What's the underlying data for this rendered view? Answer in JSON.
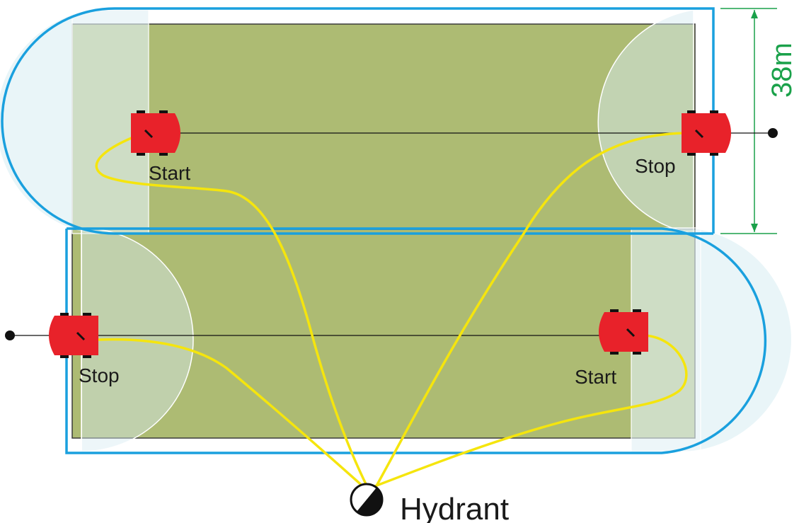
{
  "labels": {
    "top_left": "Start",
    "top_right": "Stop",
    "bottom_left": "Stop",
    "bottom_right": "Start",
    "hydrant": "Hydrant",
    "dimension": "38m"
  },
  "colors": {
    "field": "#adbb73",
    "field_border": "#3a3a3a",
    "track": "#1aa0de",
    "hose": "#f5e50d",
    "machine": "#e8222a",
    "dimension": "#1aa14a",
    "coverage": "#d7ecf2"
  },
  "icons": {
    "machine": "sprinkler-cart-icon",
    "hydrant": "hydrant-icon",
    "anchor": "anchor-post-icon"
  }
}
